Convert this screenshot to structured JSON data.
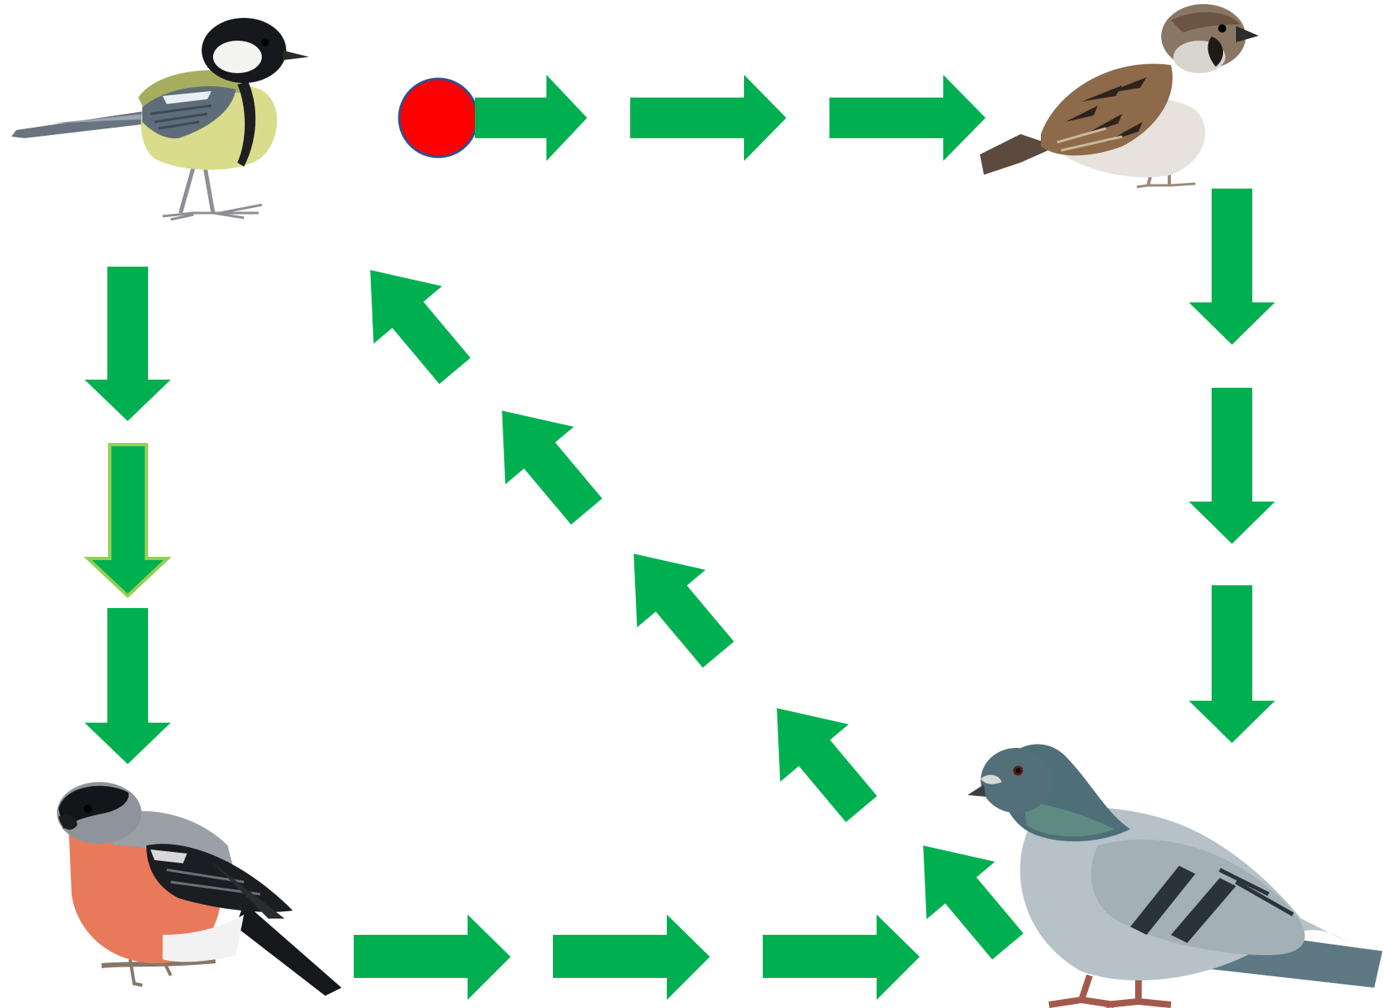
{
  "diagram": {
    "type": "bird-path-game",
    "colors": {
      "arrow": "#00b050",
      "arrow_light": "#00b050",
      "arrow_light_outline": "#92d050",
      "start_dot": "#ff0000",
      "start_dot_outline": "#2f4f8f",
      "background": "#ffffff"
    },
    "start": {
      "icon": "start-dot",
      "color": "#ff0000"
    },
    "birds": [
      {
        "id": "great-tit",
        "corner": "top-left",
        "icon": "great-tit-bird"
      },
      {
        "id": "sparrow",
        "corner": "top-right",
        "icon": "sparrow-bird"
      },
      {
        "id": "bullfinch",
        "corner": "bottom-left",
        "icon": "bullfinch-bird"
      },
      {
        "id": "pigeon",
        "corner": "bottom-right",
        "icon": "pigeon-bird"
      }
    ],
    "paths": [
      {
        "id": "start-to-sparrow",
        "from": "start",
        "to": "sparrow",
        "direction": "right",
        "arrow_count": 3
      },
      {
        "id": "sparrow-to-pigeon",
        "from": "sparrow",
        "to": "pigeon",
        "direction": "down",
        "arrow_count": 3
      },
      {
        "id": "great-tit-to-bullfinch",
        "from": "great-tit",
        "to": "bullfinch",
        "direction": "down",
        "arrow_count": 3,
        "outlined_index": 1
      },
      {
        "id": "bullfinch-to-pigeon",
        "from": "bullfinch",
        "to": "pigeon",
        "direction": "right",
        "arrow_count": 3
      },
      {
        "id": "pigeon-to-great-tit",
        "from": "pigeon",
        "to": "great-tit",
        "direction": "up-left",
        "arrow_count": 5
      }
    ]
  }
}
